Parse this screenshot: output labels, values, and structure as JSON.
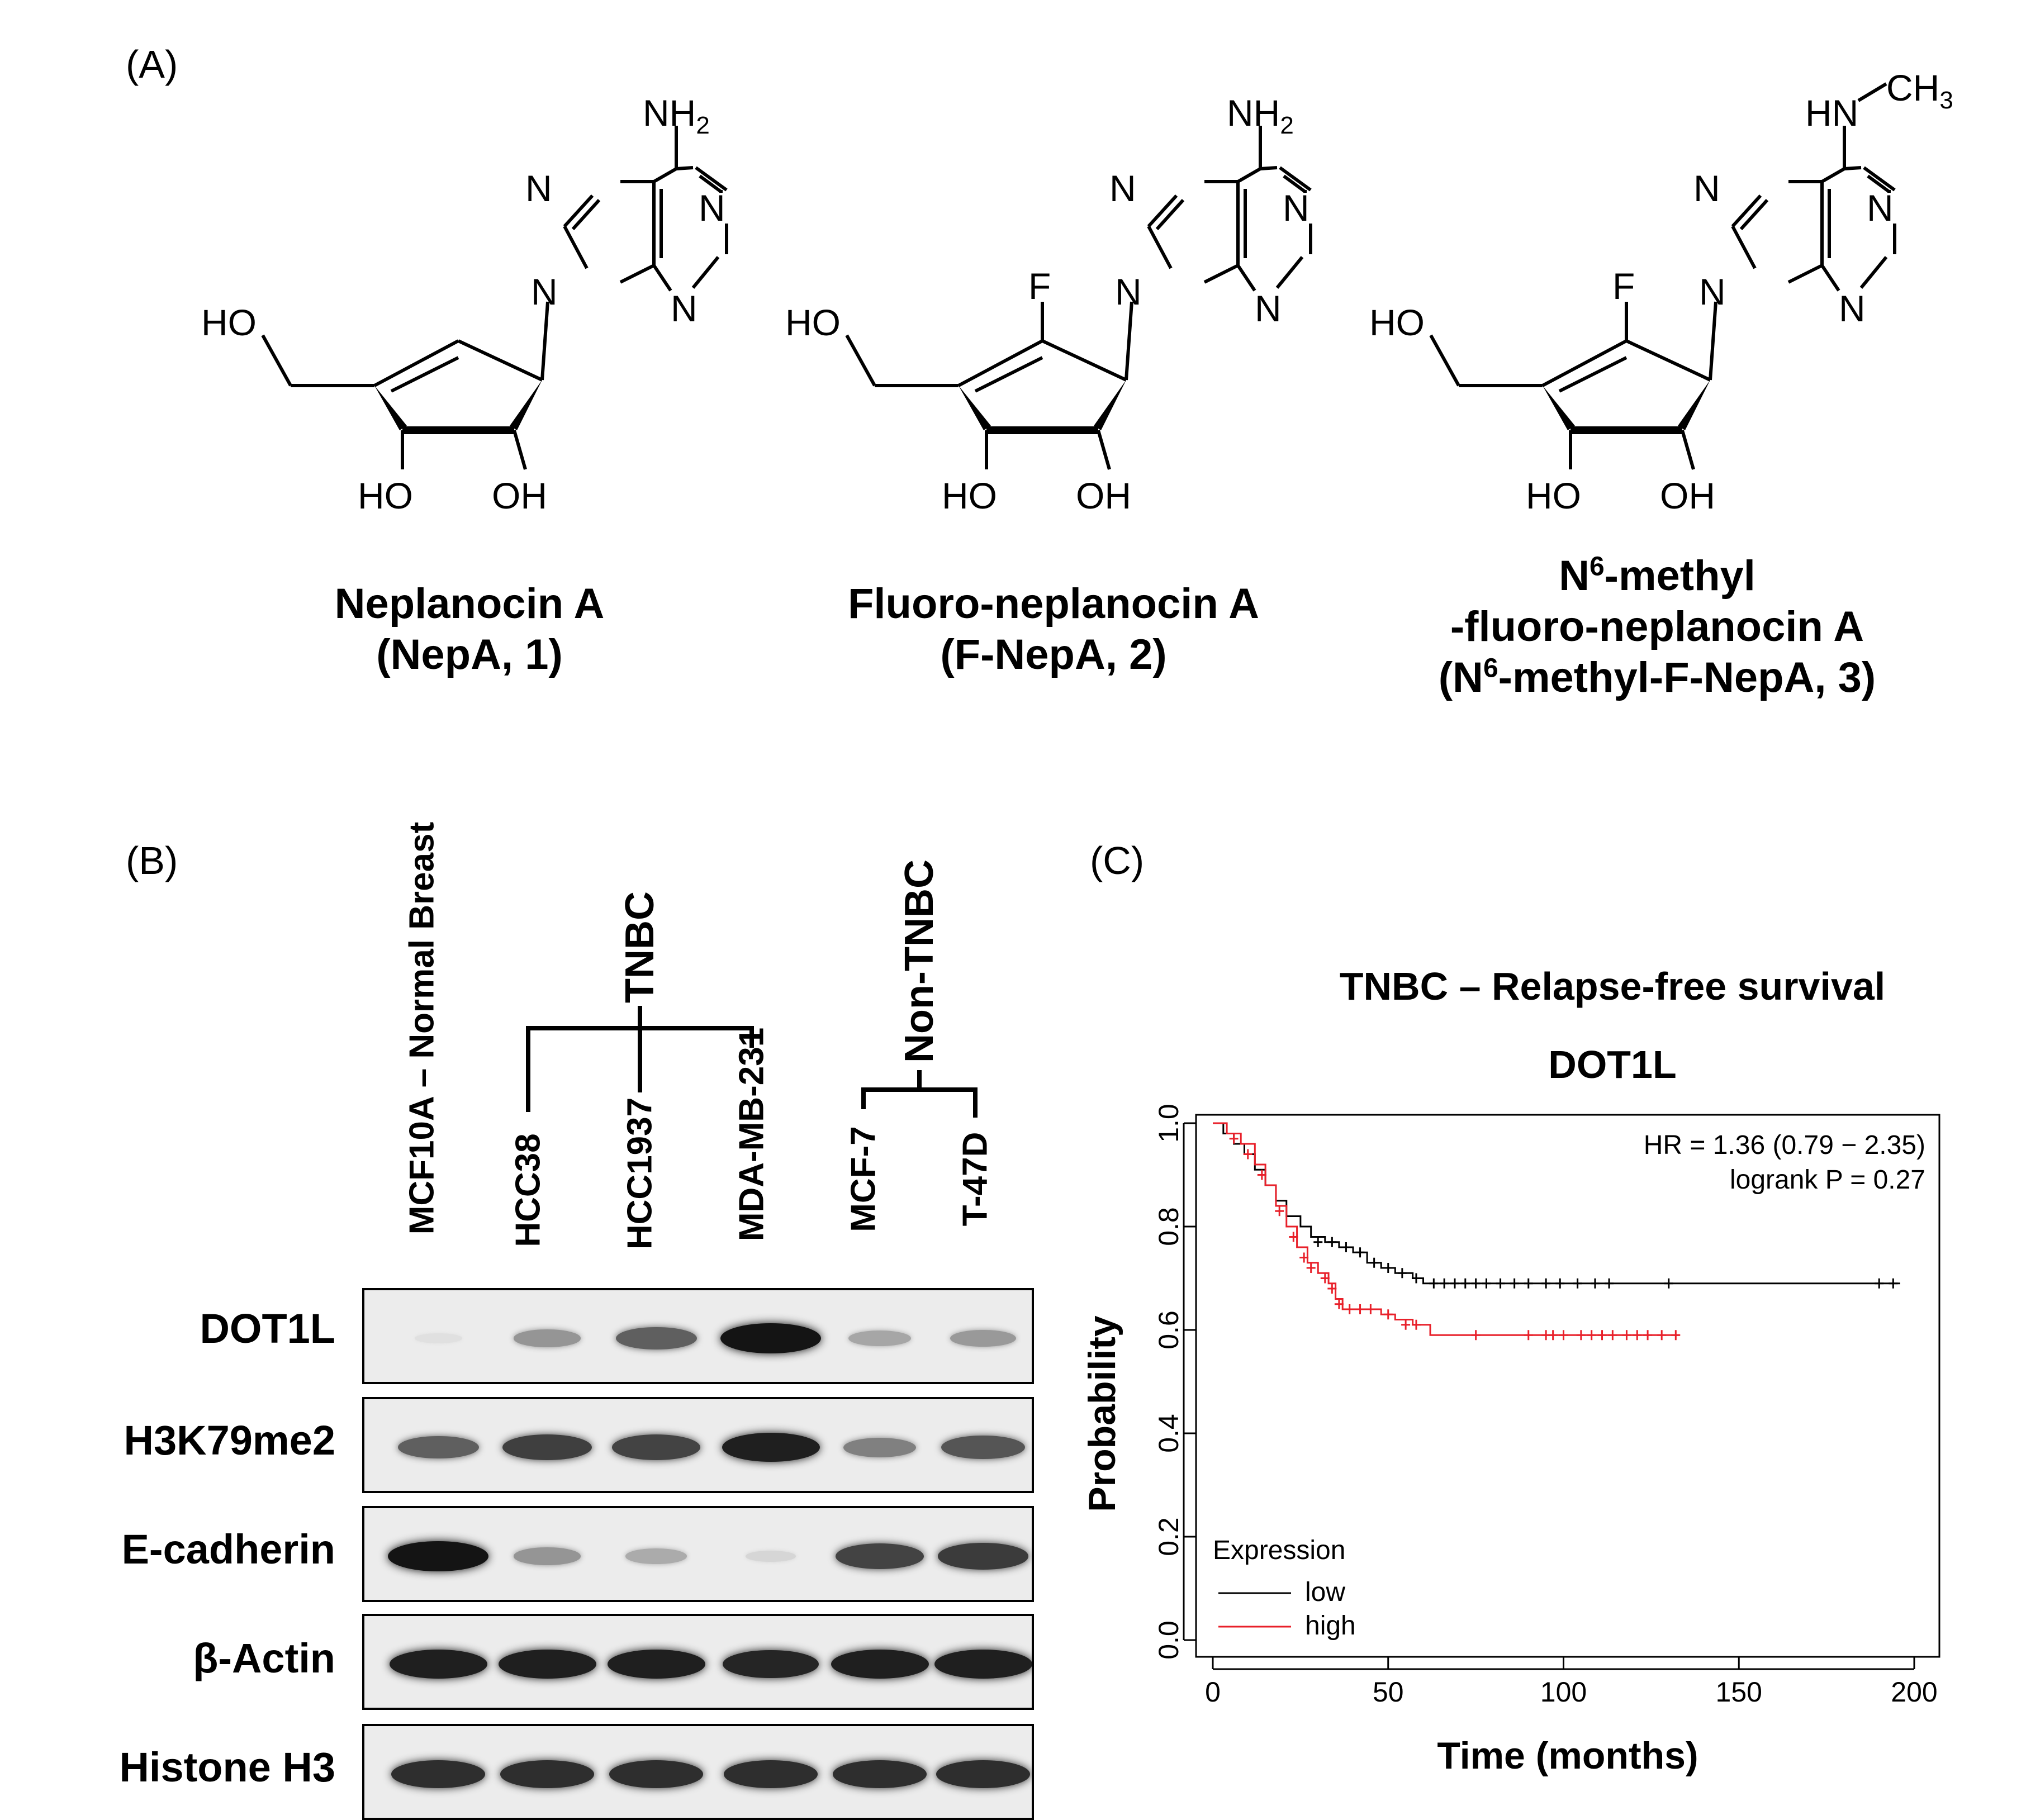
{
  "panel_a": {
    "label": "(A)",
    "compounds": [
      {
        "line1": "Neplanocin A",
        "line2": "(NepA, 1)"
      },
      {
        "line1": "Fluoro-neplanocin  A",
        "line2": "(F-NepA, 2)"
      },
      {
        "line1_main": "N",
        "line1_sup": "6",
        "line1_rest": "-methyl",
        "line2": "-fluoro-neplanocin  A",
        "line3_open": "(N",
        "line3_sup": "6",
        "line3_rest": "-methyl-F-NepA,  3)"
      }
    ],
    "atoms": {
      "nh2": "NH",
      "nh2_sub": "2",
      "n": "N",
      "ho": "HO",
      "oh": "OH",
      "f": "F",
      "hn": "HN",
      "ch3": "CH",
      "ch3_sub": "3"
    }
  },
  "panel_b": {
    "label": "(B)",
    "lanes": [
      "MCF10A – Normal Breast",
      "HCC38",
      "HCC1937",
      "MDA-MB-231",
      "MCF-7",
      "T-47D"
    ],
    "groups": {
      "tnbc": "TNBC",
      "non_tnbc": "Non-TNBC"
    },
    "rows": [
      "DOT1L",
      "H3K79me2",
      "E-cadherin",
      "β-Actin",
      "Histone H3"
    ],
    "band_intensity": [
      [
        0.05,
        0.4,
        0.65,
        1.0,
        0.32,
        0.38
      ],
      [
        0.65,
        0.8,
        0.78,
        0.95,
        0.5,
        0.7
      ],
      [
        1.0,
        0.4,
        0.3,
        0.1,
        0.78,
        0.82
      ],
      [
        0.95,
        0.95,
        0.95,
        0.92,
        0.95,
        0.95
      ],
      [
        0.88,
        0.88,
        0.88,
        0.88,
        0.88,
        0.88
      ]
    ]
  },
  "panel_c": {
    "label": "(C)",
    "title": "TNBC – Relapse-free survival",
    "subtitle": "DOT1L",
    "chart_data": {
      "type": "line",
      "title": "TNBC – Relapse-free survival",
      "subtitle": "DOT1L",
      "xlabel": "Time (months)",
      "ylabel": "Probability",
      "xlim": [
        0,
        200
      ],
      "ylim": [
        0,
        1
      ],
      "x_ticks": [
        0,
        50,
        100,
        150,
        200
      ],
      "y_ticks": [
        0.0,
        0.2,
        0.4,
        0.6,
        0.8,
        1.0
      ],
      "y_tick_labels": [
        "0.0",
        "0.2",
        "0.4",
        "0.6",
        "0.8",
        "1.0"
      ],
      "annotations": [
        "HR = 1.36 (0.79 − 2.35)",
        "logrank P = 0.27"
      ],
      "legend": {
        "title": "Expression",
        "placement": "bottom-left"
      },
      "series": [
        {
          "name": "low",
          "color": "#000000",
          "steps": [
            [
              0,
              1.0
            ],
            [
              3,
              0.98
            ],
            [
              6,
              0.96
            ],
            [
              9,
              0.94
            ],
            [
              12,
              0.91
            ],
            [
              15,
              0.88
            ],
            [
              18,
              0.85
            ],
            [
              21,
              0.82
            ],
            [
              25,
              0.8
            ],
            [
              28,
              0.78
            ],
            [
              32,
              0.77
            ],
            [
              36,
              0.76
            ],
            [
              40,
              0.75
            ],
            [
              44,
              0.73
            ],
            [
              48,
              0.72
            ],
            [
              52,
              0.71
            ],
            [
              57,
              0.7
            ],
            [
              60,
              0.69
            ],
            [
              196,
              0.69
            ]
          ],
          "censored": [
            [
              30,
              0.77
            ],
            [
              34,
              0.77
            ],
            [
              38,
              0.76
            ],
            [
              42,
              0.75
            ],
            [
              46,
              0.73
            ],
            [
              50,
              0.72
            ],
            [
              54,
              0.71
            ],
            [
              58,
              0.7
            ],
            [
              63,
              0.69
            ],
            [
              66,
              0.69
            ],
            [
              69,
              0.69
            ],
            [
              72,
              0.69
            ],
            [
              75,
              0.69
            ],
            [
              78,
              0.69
            ],
            [
              82,
              0.69
            ],
            [
              86,
              0.69
            ],
            [
              90,
              0.69
            ],
            [
              95,
              0.69
            ],
            [
              99,
              0.69
            ],
            [
              104,
              0.69
            ],
            [
              109,
              0.69
            ],
            [
              113,
              0.69
            ],
            [
              130,
              0.69
            ],
            [
              190,
              0.69
            ],
            [
              194,
              0.69
            ]
          ]
        },
        {
          "name": "high",
          "color": "#e8202a",
          "steps": [
            [
              0,
              1.0
            ],
            [
              4,
              0.98
            ],
            [
              8,
              0.96
            ],
            [
              12,
              0.92
            ],
            [
              15,
              0.88
            ],
            [
              18,
              0.84
            ],
            [
              21,
              0.8
            ],
            [
              24,
              0.76
            ],
            [
              27,
              0.73
            ],
            [
              30,
              0.71
            ],
            [
              33,
              0.69
            ],
            [
              35,
              0.66
            ],
            [
              37,
              0.64
            ],
            [
              48,
              0.63
            ],
            [
              52,
              0.62
            ],
            [
              57,
              0.61
            ],
            [
              62,
              0.59
            ],
            [
              133,
              0.59
            ]
          ],
          "censored": [
            [
              6,
              0.97
            ],
            [
              10,
              0.94
            ],
            [
              14,
              0.9
            ],
            [
              19,
              0.83
            ],
            [
              23,
              0.78
            ],
            [
              26,
              0.74
            ],
            [
              28,
              0.72
            ],
            [
              32,
              0.7
            ],
            [
              34,
              0.68
            ],
            [
              36,
              0.65
            ],
            [
              39,
              0.64
            ],
            [
              42,
              0.64
            ],
            [
              45,
              0.64
            ],
            [
              50,
              0.63
            ],
            [
              55,
              0.61
            ],
            [
              58,
              0.61
            ],
            [
              75,
              0.59
            ],
            [
              90,
              0.59
            ],
            [
              95,
              0.59
            ],
            [
              97,
              0.59
            ],
            [
              100,
              0.59
            ],
            [
              105,
              0.59
            ],
            [
              108,
              0.59
            ],
            [
              111,
              0.59
            ],
            [
              114,
              0.59
            ],
            [
              118,
              0.59
            ],
            [
              121,
              0.59
            ],
            [
              124,
              0.59
            ],
            [
              128,
              0.59
            ],
            [
              132,
              0.59
            ]
          ]
        }
      ]
    }
  }
}
